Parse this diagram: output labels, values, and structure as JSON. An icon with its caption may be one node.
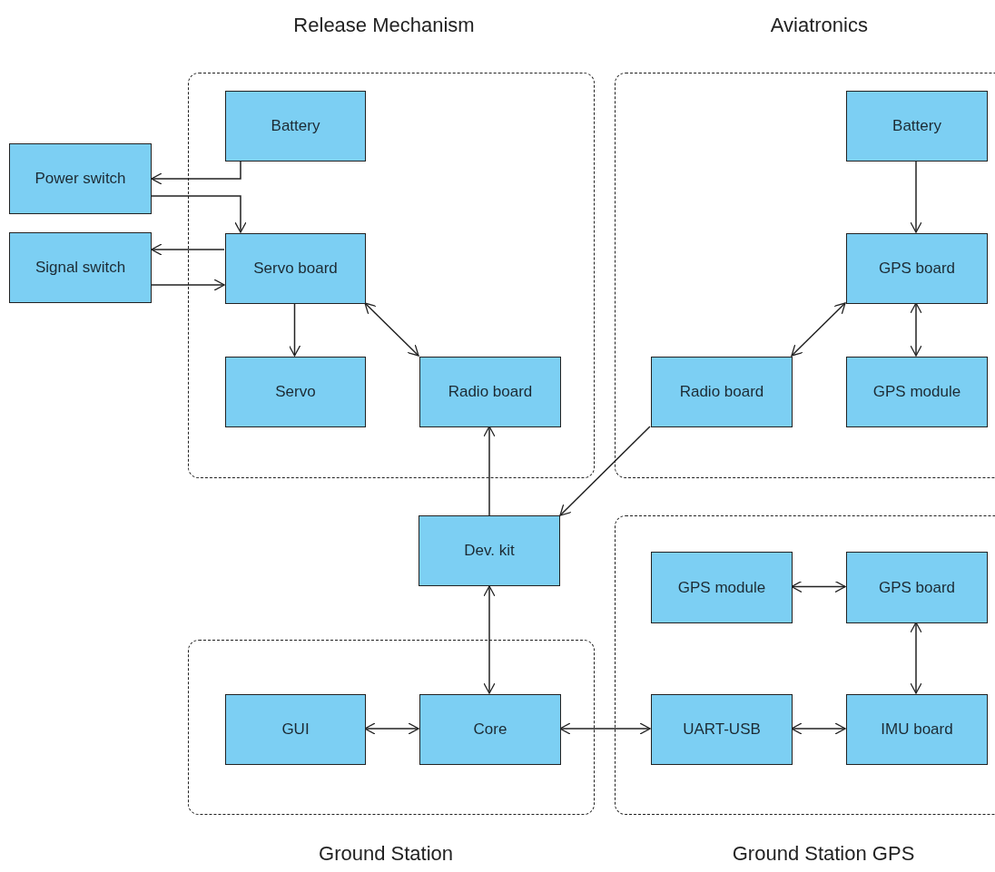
{
  "diagram": {
    "nodes": [
      {
        "text": [
          "Release Mechanism"
        ]
      },
      {
        "text": [
          "Battery"
        ],
        "in": 0
      },
      {
        "text": [
          "Power switch"
        ]
      },
      {
        "text": [
          "Signal switch"
        ]
      },
      {
        "text": [
          "Servo board"
        ],
        "in": 0
      },
      {
        "text": [
          "Servo"
        ],
        "in": 0
      },
      {
        "text": [
          "Radio board"
        ],
        "in": 0
      },
      {
        "text": [
          "Aviatronics"
        ]
      },
      {
        "text": [
          "Battery"
        ],
        "in": 7
      },
      {
        "text": [
          "GPS board"
        ],
        "in": 7
      },
      {
        "text": [
          "Radio board"
        ],
        "in": 7
      },
      {
        "text": [
          "GPS module"
        ],
        "in": 7
      },
      {
        "text": [
          "Dev. kit"
        ]
      },
      {
        "text": [
          "Ground Station"
        ]
      },
      {
        "text": [
          "GUI"
        ],
        "in": 13
      },
      {
        "text": [
          "Core"
        ],
        "in": 13
      },
      {
        "text": [
          "Ground Station GPS"
        ]
      },
      {
        "text": [
          "GPS module"
        ],
        "in": 16
      },
      {
        "text": [
          "GPS board"
        ],
        "in": 16
      },
      {
        "text": [
          "UART-USB"
        ],
        "in": 16
      },
      {
        "text": [
          "IMU board"
        ],
        "in": 16
      }
    ],
    "edges": [
      {
        "from": 1,
        "to": 2,
        "arrow": "to"
      },
      {
        "from": 2,
        "to": 4,
        "arrow": "to"
      },
      {
        "from": 4,
        "to": 3,
        "arrow": "to"
      },
      {
        "from": 3,
        "to": 4,
        "arrow": "to"
      },
      {
        "from": 4,
        "to": 5,
        "arrow": "to"
      },
      {
        "from": 4,
        "to": 6,
        "arrow": "both"
      },
      {
        "from": 12,
        "to": 6,
        "arrow": "to"
      },
      {
        "from": 10,
        "to": 12,
        "arrow": "to"
      },
      {
        "from": 8,
        "to": 9,
        "arrow": "to"
      },
      {
        "from": 9,
        "to": 10,
        "arrow": "both"
      },
      {
        "from": 9,
        "to": 11,
        "arrow": "both"
      },
      {
        "from": 12,
        "to": 15,
        "arrow": "both"
      },
      {
        "from": 14,
        "to": 15,
        "arrow": "both"
      },
      {
        "from": 15,
        "to": 19,
        "arrow": "both"
      },
      {
        "from": 17,
        "to": 18,
        "arrow": "both"
      },
      {
        "from": 18,
        "to": 20,
        "arrow": "both"
      },
      {
        "from": 19,
        "to": 20,
        "arrow": "both"
      }
    ]
  }
}
